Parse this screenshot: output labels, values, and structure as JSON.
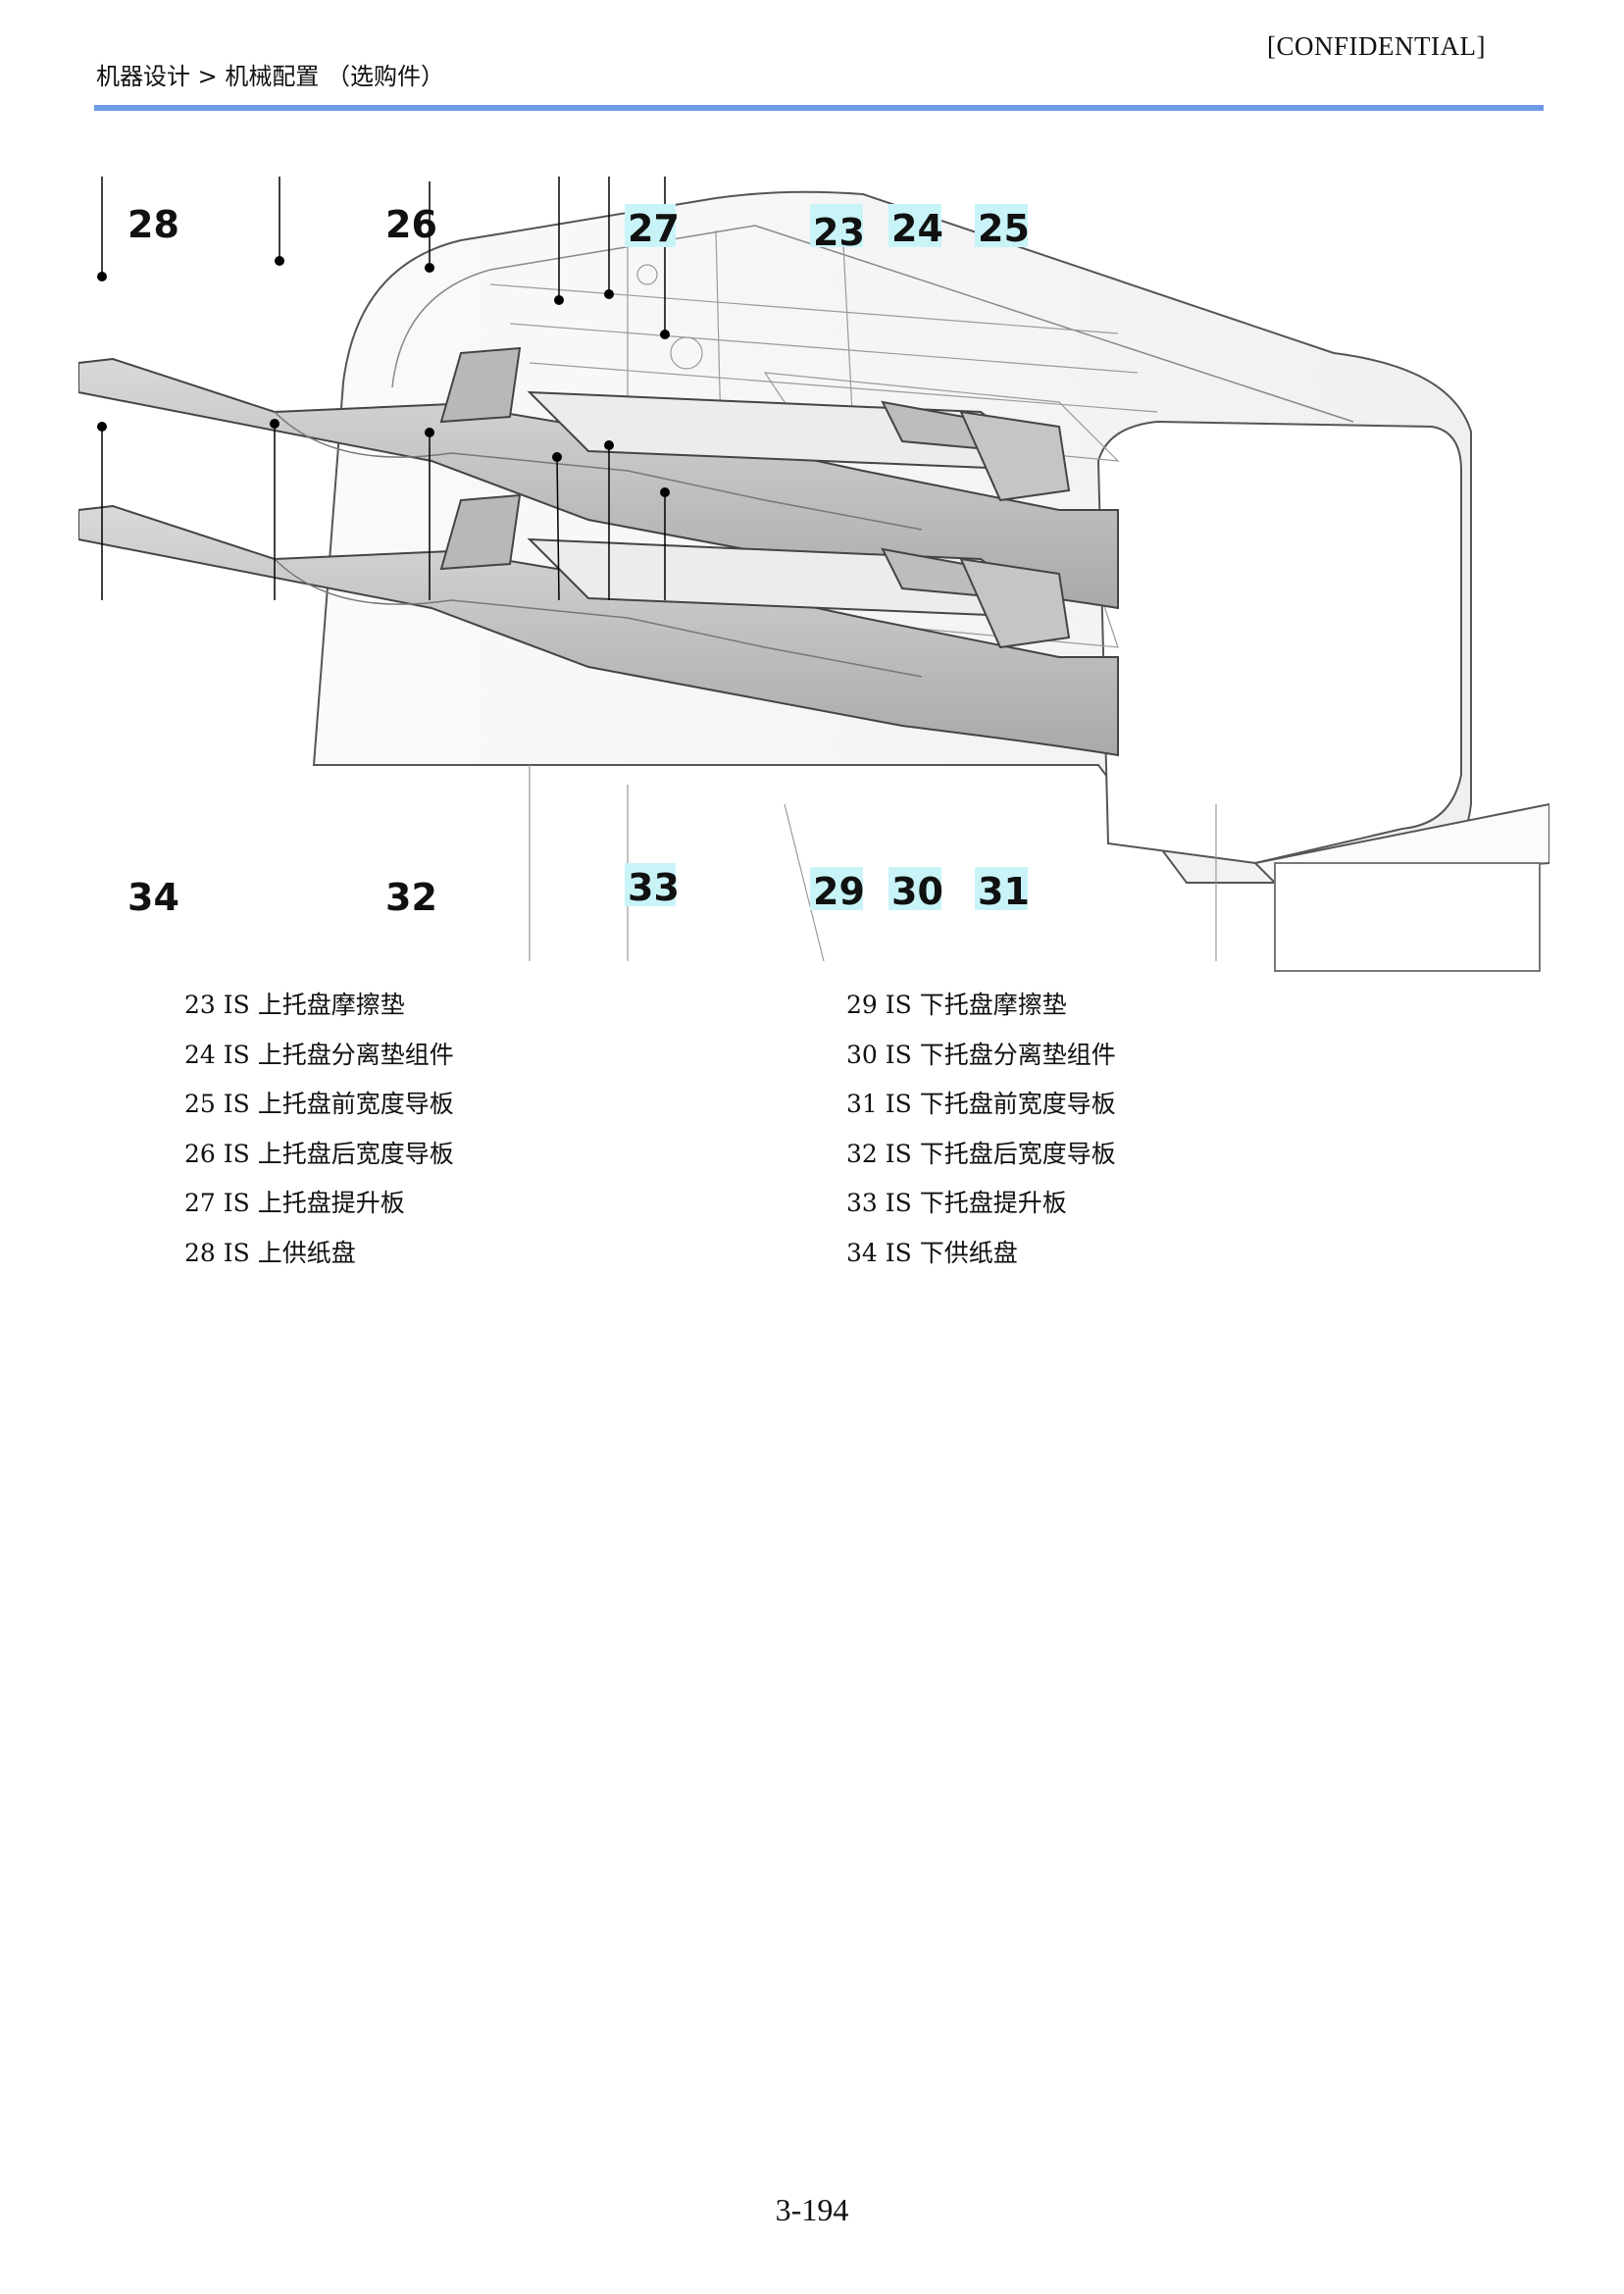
{
  "header": {
    "breadcrumb": "机器设计 > 机械配置 （选购件）",
    "confidential": "[CONFIDENTIAL]"
  },
  "figure": {
    "callouts": {
      "c23": "23",
      "c24": "24",
      "c25": "25",
      "c26": "26",
      "c27": "27",
      "c28": "28",
      "c29": "29",
      "c30": "30",
      "c31": "31",
      "c32": "32",
      "c33": "33",
      "c34": "34"
    },
    "highlight_color": "#c8f4f8"
  },
  "legend": {
    "left": [
      {
        "num": "23 IS",
        "label": "上托盘摩擦垫"
      },
      {
        "num": "24 IS",
        "label": "上托盘分离垫组件"
      },
      {
        "num": "25 IS",
        "label": "上托盘前宽度导板"
      },
      {
        "num": "26 IS",
        "label": "上托盘后宽度导板"
      },
      {
        "num": "27 IS",
        "label": "上托盘提升板"
      },
      {
        "num": "28 IS",
        "label": "上供纸盘"
      }
    ],
    "right": [
      {
        "num": "29 IS",
        "label": "下托盘摩擦垫"
      },
      {
        "num": "30 IS",
        "label": "下托盘分离垫组件"
      },
      {
        "num": "31 IS",
        "label": "下托盘前宽度导板"
      },
      {
        "num": "32 IS",
        "label": "下托盘后宽度导板"
      },
      {
        "num": "33 IS",
        "label": "下托盘提升板"
      },
      {
        "num": "34 IS",
        "label": "下供纸盘"
      }
    ]
  },
  "footer": {
    "page_number": "3-194"
  }
}
